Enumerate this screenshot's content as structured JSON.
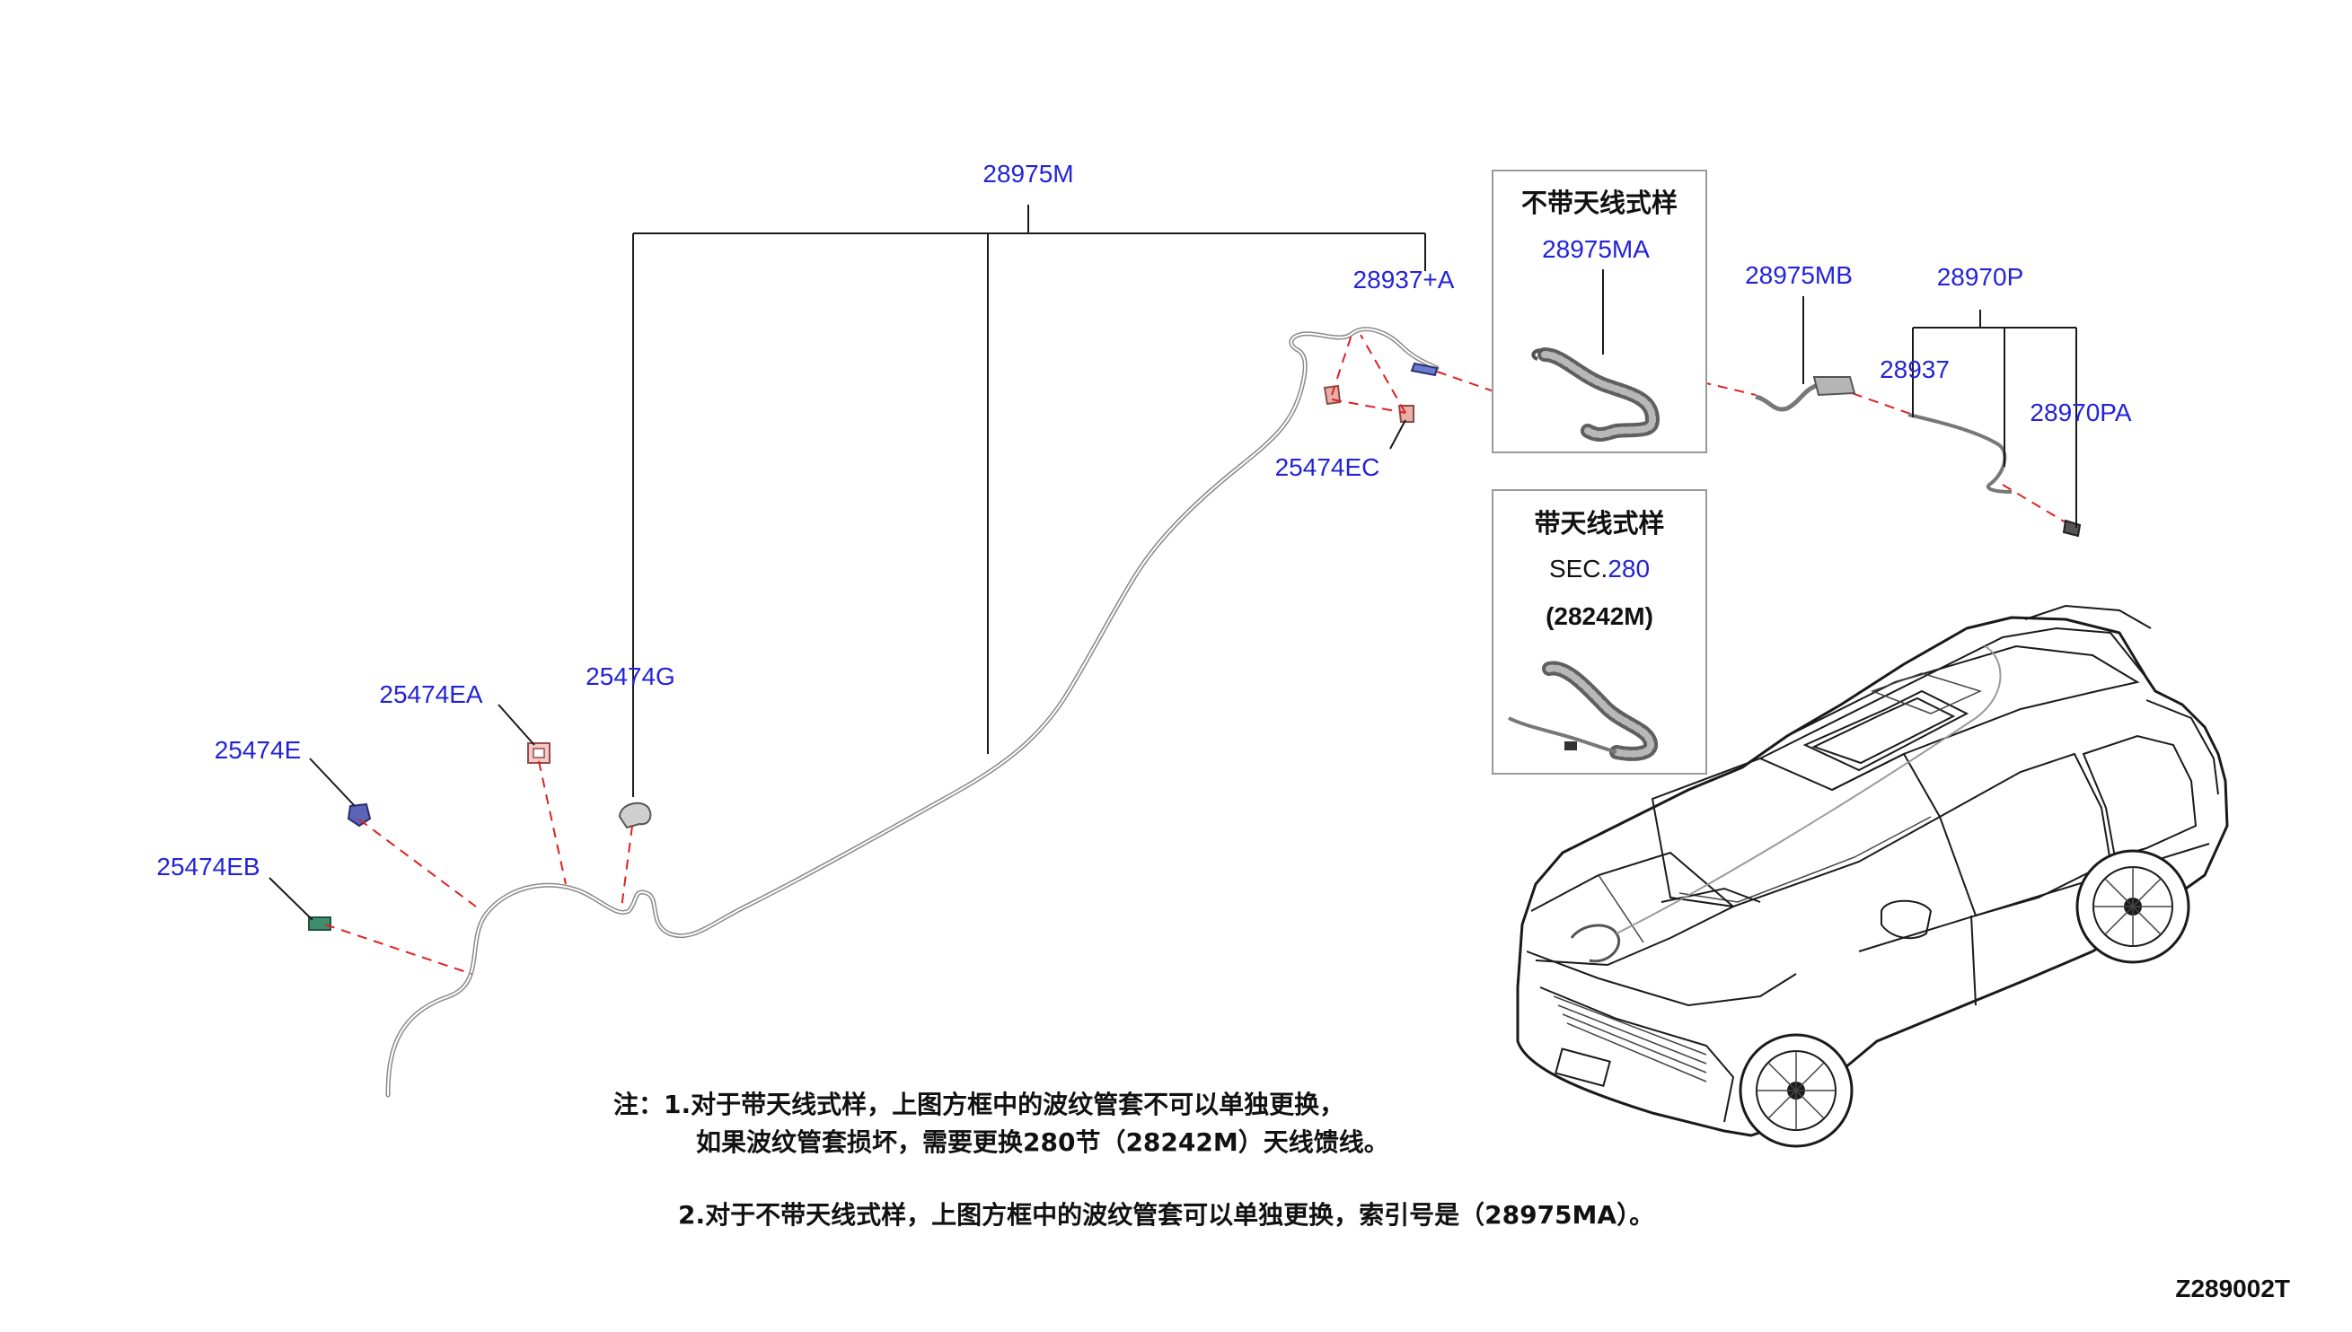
{
  "parts": {
    "p28975M": "28975M",
    "p28937A": "28937+A",
    "p25474EC": "25474EC",
    "p25474G": "25474G",
    "p25474EA": "25474EA",
    "p25474E": "25474E",
    "p25474EB": "25474EB",
    "p28975MB": "28975MB",
    "p28970P": "28970P",
    "p28937": "28937",
    "p28970PA": "28970PA"
  },
  "box_no_antenna": {
    "title": "不带天线式样",
    "part": "28975MA"
  },
  "box_with_antenna": {
    "title": "带天线式样",
    "sec_prefix": "SEC.",
    "sec_number": "280",
    "part": "(28242M)"
  },
  "notes": {
    "line1": "注：1.对于带天线式样，上图方框中的波纹管套不可以单独更换，",
    "line2": "如果波纹管套损坏，需要更换280节（28242M）天线馈线。",
    "line3": "2.对于不带天线式样，上图方框中的波纹管套可以单独更换，索引号是（28975MA）。"
  },
  "diagram_code": "Z289002T",
  "colors": {
    "callout": "#2323d8",
    "dashed_leader": "#e02020",
    "harness": "#8a8a8a"
  }
}
